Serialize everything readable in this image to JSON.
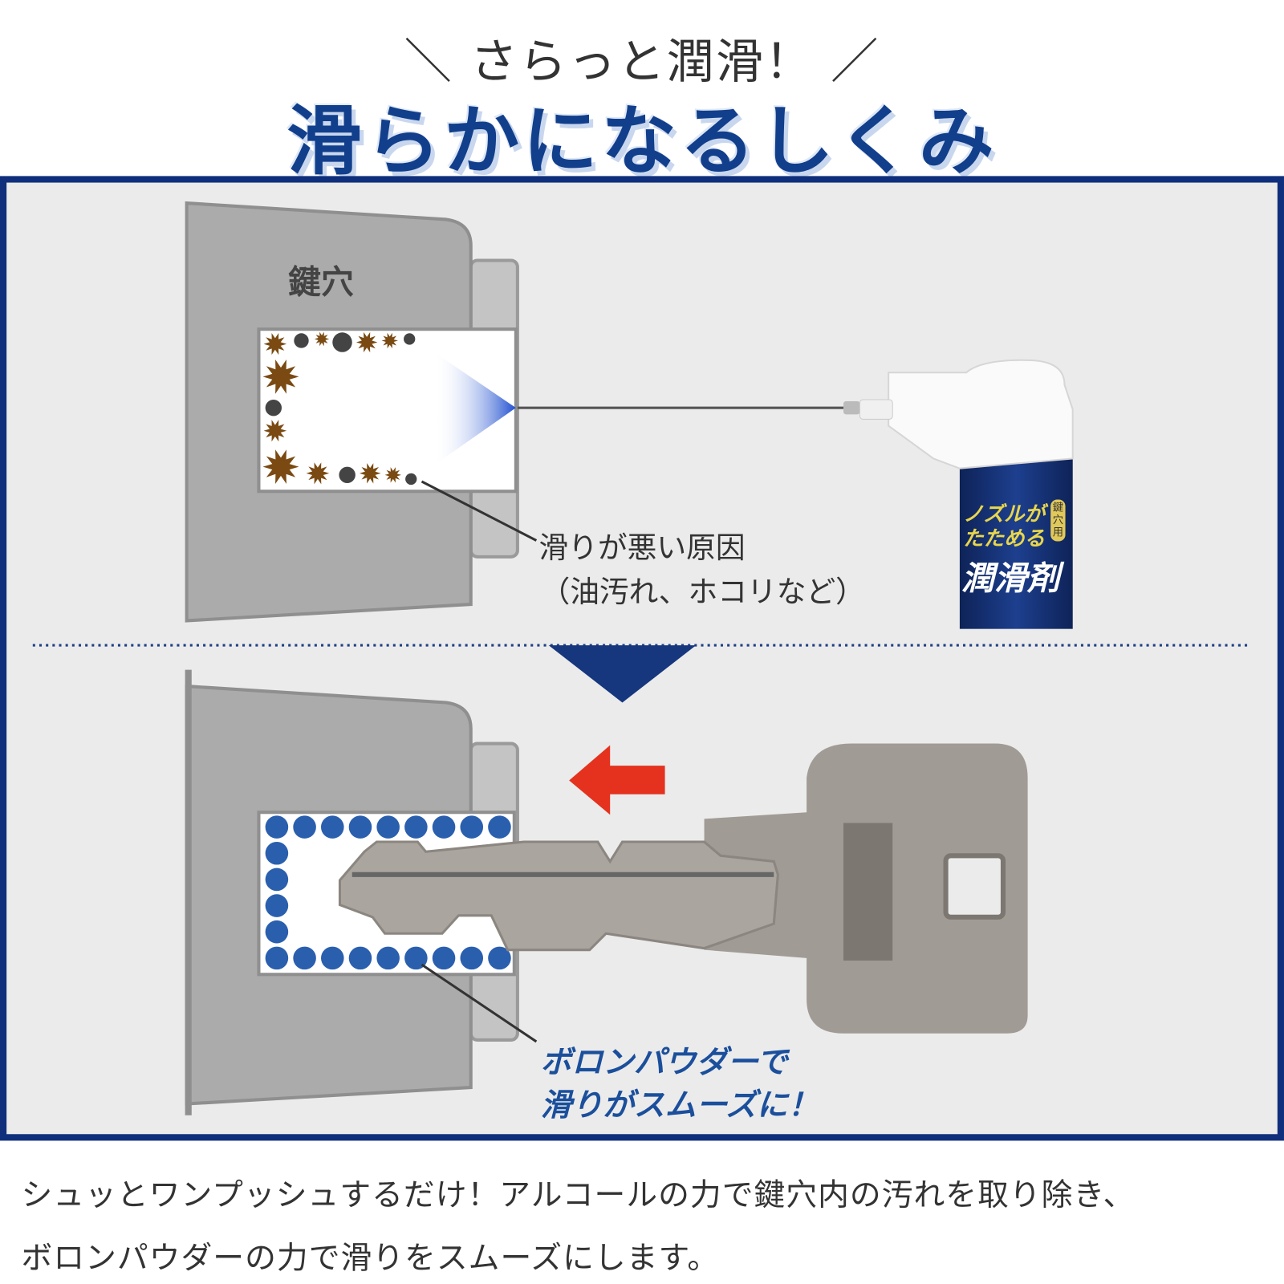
{
  "header": {
    "subtitle": "さらっと潤滑！",
    "title": "滑らかになるしくみ"
  },
  "diagram_top": {
    "keyhole_label": "鍵穴",
    "cause_label_line1": "滑りが悪い原因",
    "cause_label_line2": "（油汚れ、ホコリなど）",
    "product": {
      "line1": "ノズルが",
      "line2": "たためる",
      "badge": "鍵穴用",
      "name": "潤滑剤"
    }
  },
  "diagram_bottom": {
    "result_line1": "ボロンパウダーで",
    "result_line2": "滑りがスムーズに！"
  },
  "description": {
    "line1": "シュッとワンプッシュするだけ！アルコールの力で鍵穴内の汚れを取り除き、",
    "line2": "ボロンパウダーの力で滑りをスムーズにします。"
  },
  "colors": {
    "navy": "#0f2f7c",
    "title_blue": "#123f8c",
    "dirt_brown": "#7a4a12",
    "dust_gray": "#444444",
    "boron_blue": "#2a5fae",
    "arrow_red": "#e4321e"
  }
}
